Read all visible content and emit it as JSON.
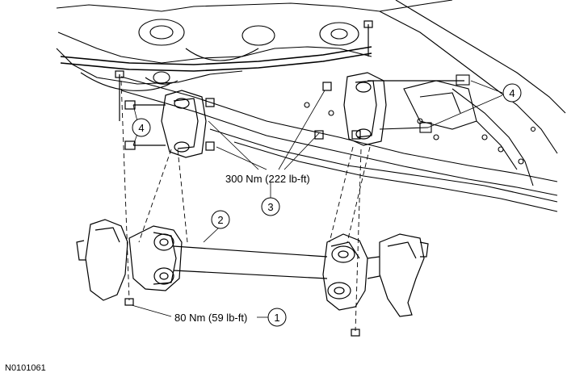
{
  "figure_id": "N0101061",
  "callouts": [
    {
      "number": "1",
      "torque": "80 Nm (59 lb-ft)"
    },
    {
      "number": "2",
      "torque": ""
    },
    {
      "number": "3",
      "torque": "300 Nm (222 lb-ft)"
    },
    {
      "number": "4",
      "torque": ""
    },
    {
      "number": "4",
      "torque": ""
    }
  ]
}
